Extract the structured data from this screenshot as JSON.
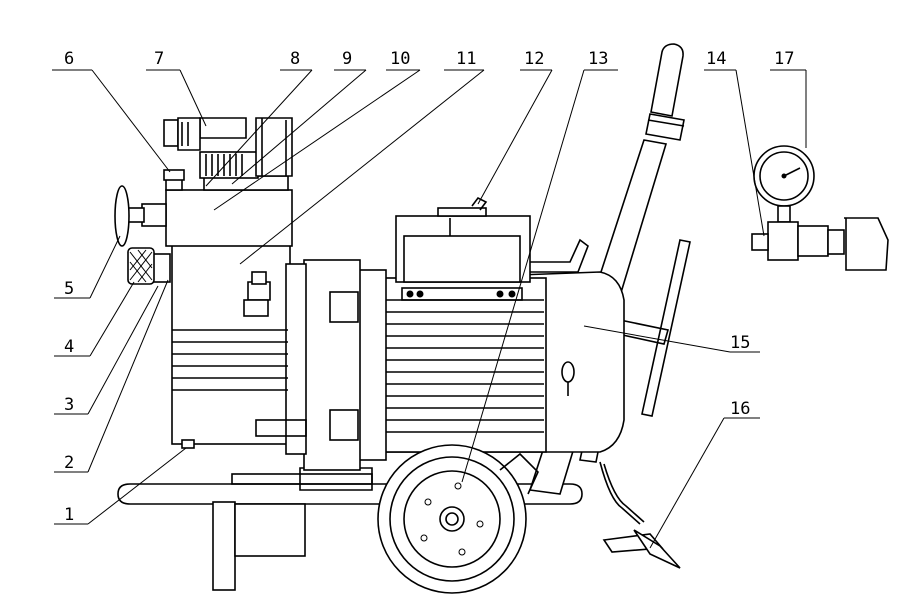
{
  "diagram": {
    "part_labels": [
      "1",
      "2",
      "3",
      "4",
      "5",
      "6",
      "7",
      "8",
      "9",
      "10",
      "11",
      "12",
      "13",
      "14",
      "15",
      "16",
      "17"
    ]
  }
}
